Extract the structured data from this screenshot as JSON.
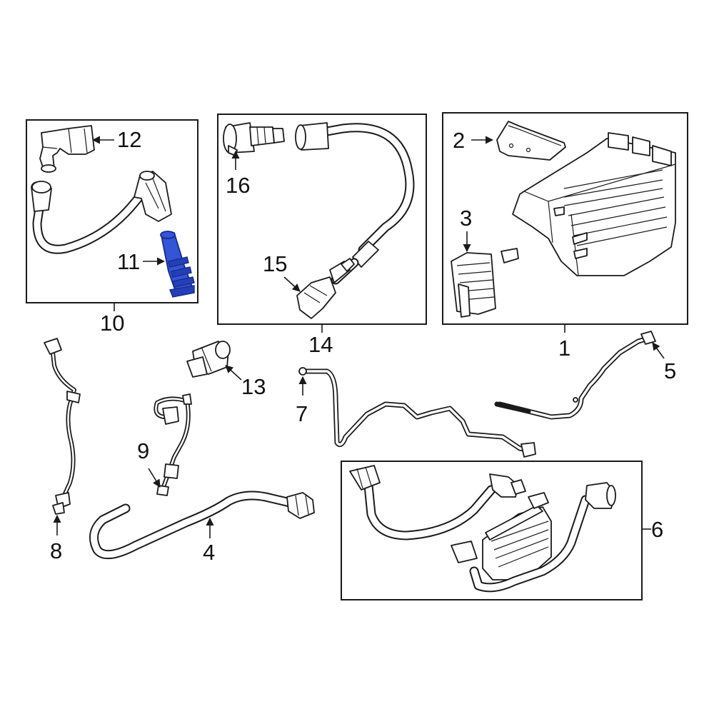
{
  "diagram": {
    "highlight_color": "#3355d6",
    "line_color": "#1a1a1a",
    "background": "#ffffff",
    "callouts": [
      {
        "id": "1",
        "text": "1"
      },
      {
        "id": "2",
        "text": "2"
      },
      {
        "id": "3",
        "text": "3"
      },
      {
        "id": "4",
        "text": "4"
      },
      {
        "id": "5",
        "text": "5"
      },
      {
        "id": "6",
        "text": "6"
      },
      {
        "id": "7",
        "text": "7"
      },
      {
        "id": "8",
        "text": "8"
      },
      {
        "id": "9",
        "text": "9"
      },
      {
        "id": "10",
        "text": "10"
      },
      {
        "id": "11",
        "text": "11"
      },
      {
        "id": "12",
        "text": "12"
      },
      {
        "id": "13",
        "text": "13"
      },
      {
        "id": "14",
        "text": "14"
      },
      {
        "id": "15",
        "text": "15"
      },
      {
        "id": "16",
        "text": "16"
      }
    ]
  }
}
